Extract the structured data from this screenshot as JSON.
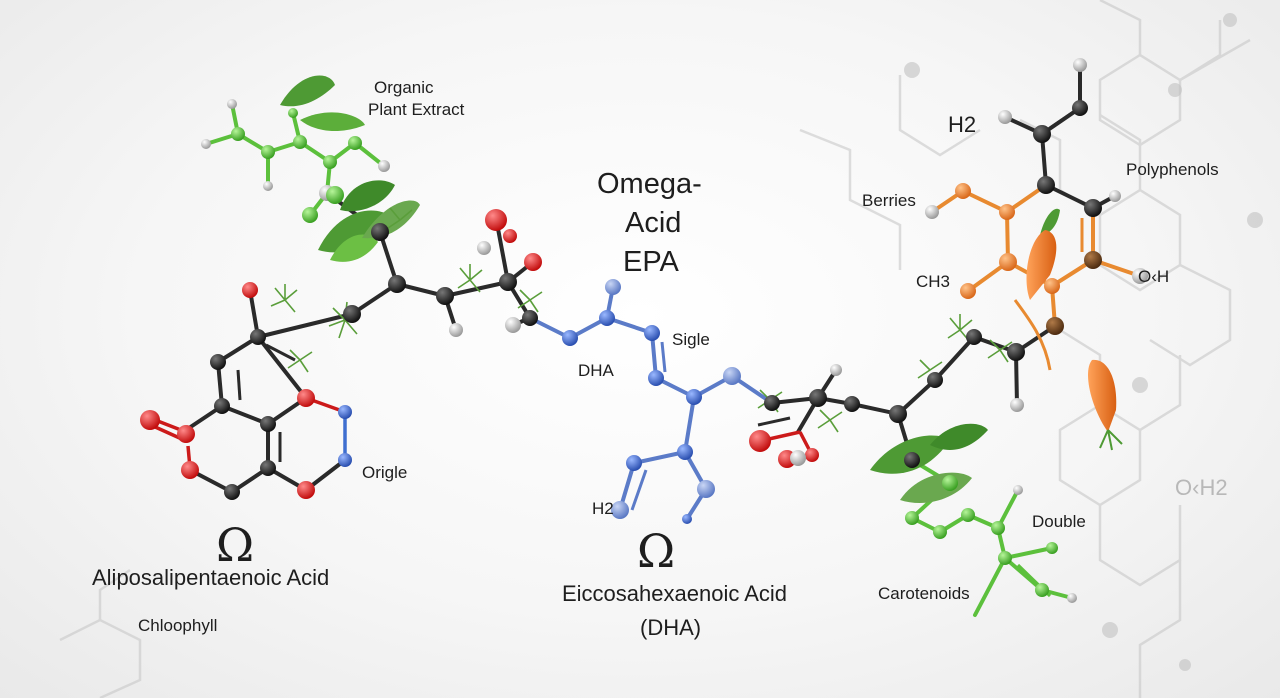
{
  "labels": {
    "organic": "Organic",
    "plant_extract": "Plant Extract",
    "omega": "Omega-",
    "acid": "Acid",
    "epa": "EPA",
    "sigle": "Sigle",
    "dha_small": "DHA",
    "origle": "Origle",
    "h2_left": "H2",
    "omega_symbol_left": "Ω",
    "omega_symbol_center": "Ω",
    "aliposal": "Aliposalipentaenoic Acid",
    "chlorophyll": "Chloophyll",
    "eicosa": "Eiccosahexaenoic Acid",
    "dha_paren": "(DHA)",
    "h2_right": "H2",
    "h2_sup": "2",
    "berries": "Berries",
    "polyphenols": "Polyphenols",
    "ch3": "CH3",
    "oh": "O‹H",
    "double": "Double",
    "carotenoids": "Carotenoids",
    "oh2_faint": "O‹H2"
  },
  "colors": {
    "carbon": "#1c1c1c",
    "hydrogen": "#dcdcdc",
    "oxygen": "#d81e1e",
    "nitrogen": "#3f6fd0",
    "blue_atom": "#6f8fd6",
    "green_atom": "#5ccc3e",
    "orange_atom": "#f08a2c",
    "brown_atom": "#7a4a22",
    "bond_dark": "#2a2a2a",
    "bond_blue": "#5b7bc8",
    "bond_green": "#5cc03c",
    "bond_orange": "#e88a30",
    "leaf": "#4e9a34",
    "carrot": "#ef7d26"
  }
}
